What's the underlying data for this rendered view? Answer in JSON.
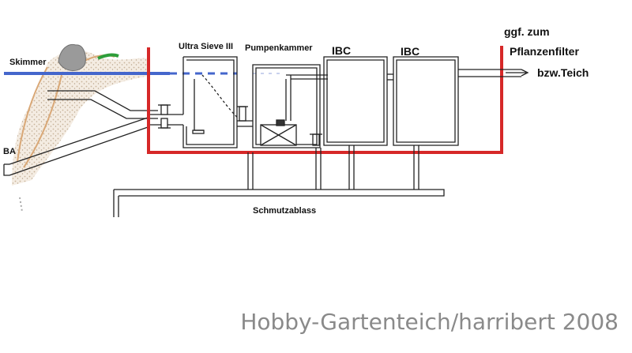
{
  "labels": {
    "skimmer": "Skimmer",
    "ba": "BA",
    "ultra_sieve": "Ultra Sieve III",
    "pumpenkammer": "Pumpenkammer",
    "ibc_1": "IBC",
    "ibc_2": "IBC",
    "ggf_zum": "ggf. zum",
    "pflanzenfilter": "Pflanzenfilter",
    "bzw_teich": "bzw.Teich",
    "schmutzablass": "Schmutzablass"
  },
  "watermark": "Hobby-Gartenteich/harribert 2008",
  "colors": {
    "water_level": "#4466cc",
    "filter_box": "#d62828",
    "pond_soil": "#d9a877",
    "pipes": "#222222",
    "rock": "#9a9a9a",
    "plant": "#2e9e3a"
  },
  "icons": {
    "pump": "pump-x-icon",
    "valve": "valve-icon",
    "arrow": "flow-arrow-icon"
  }
}
